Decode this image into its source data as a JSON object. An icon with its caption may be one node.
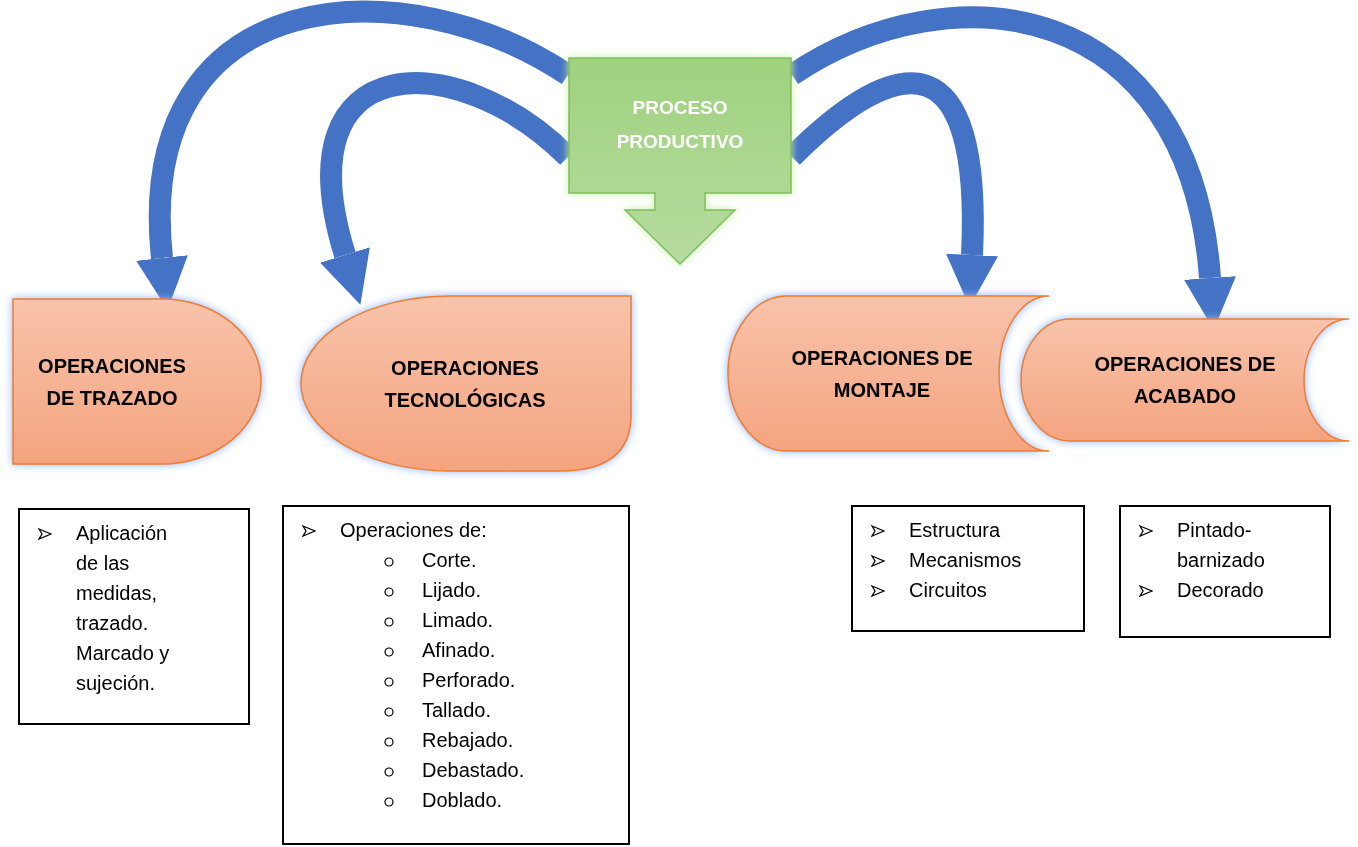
{
  "diagram": {
    "nodes": [
      {
        "text": [
          "PROCESO PRODUCTIVO"
        ]
      },
      {
        "text": [
          "OPERACIONES DE TRAZADO"
        ]
      },
      {
        "text": [
          "OPERACIONES TECNOLÓGICAS"
        ]
      },
      {
        "text": [
          "OPERACIONES DE MONTAJE"
        ]
      },
      {
        "text": [
          "OPERACIONES DE ACABADO"
        ]
      },
      {
        "text": [
          "Aplicación de las medidas, trazado. Marcado y sujeción."
        ]
      },
      {
        "text": [
          "Operaciones de:",
          "Corte.",
          "Lijado.",
          "Limado.",
          "Afinado.",
          "Perforado.",
          "Tallado.",
          "Rebajado.",
          "Debastado.",
          "Doblado."
        ]
      },
      {
        "text": [
          "Estructura",
          "Mecanismos",
          "Circuitos"
        ]
      },
      {
        "text": [
          "Pintado-barnizado",
          "Decorado"
        ]
      }
    ],
    "edges": [
      {
        "from": 0,
        "to": 1,
        "arrow": "to"
      },
      {
        "from": 0,
        "to": 2,
        "arrow": "to"
      },
      {
        "from": 0,
        "to": 3,
        "arrow": "to"
      },
      {
        "from": 0,
        "to": 4,
        "arrow": "to"
      }
    ]
  }
}
